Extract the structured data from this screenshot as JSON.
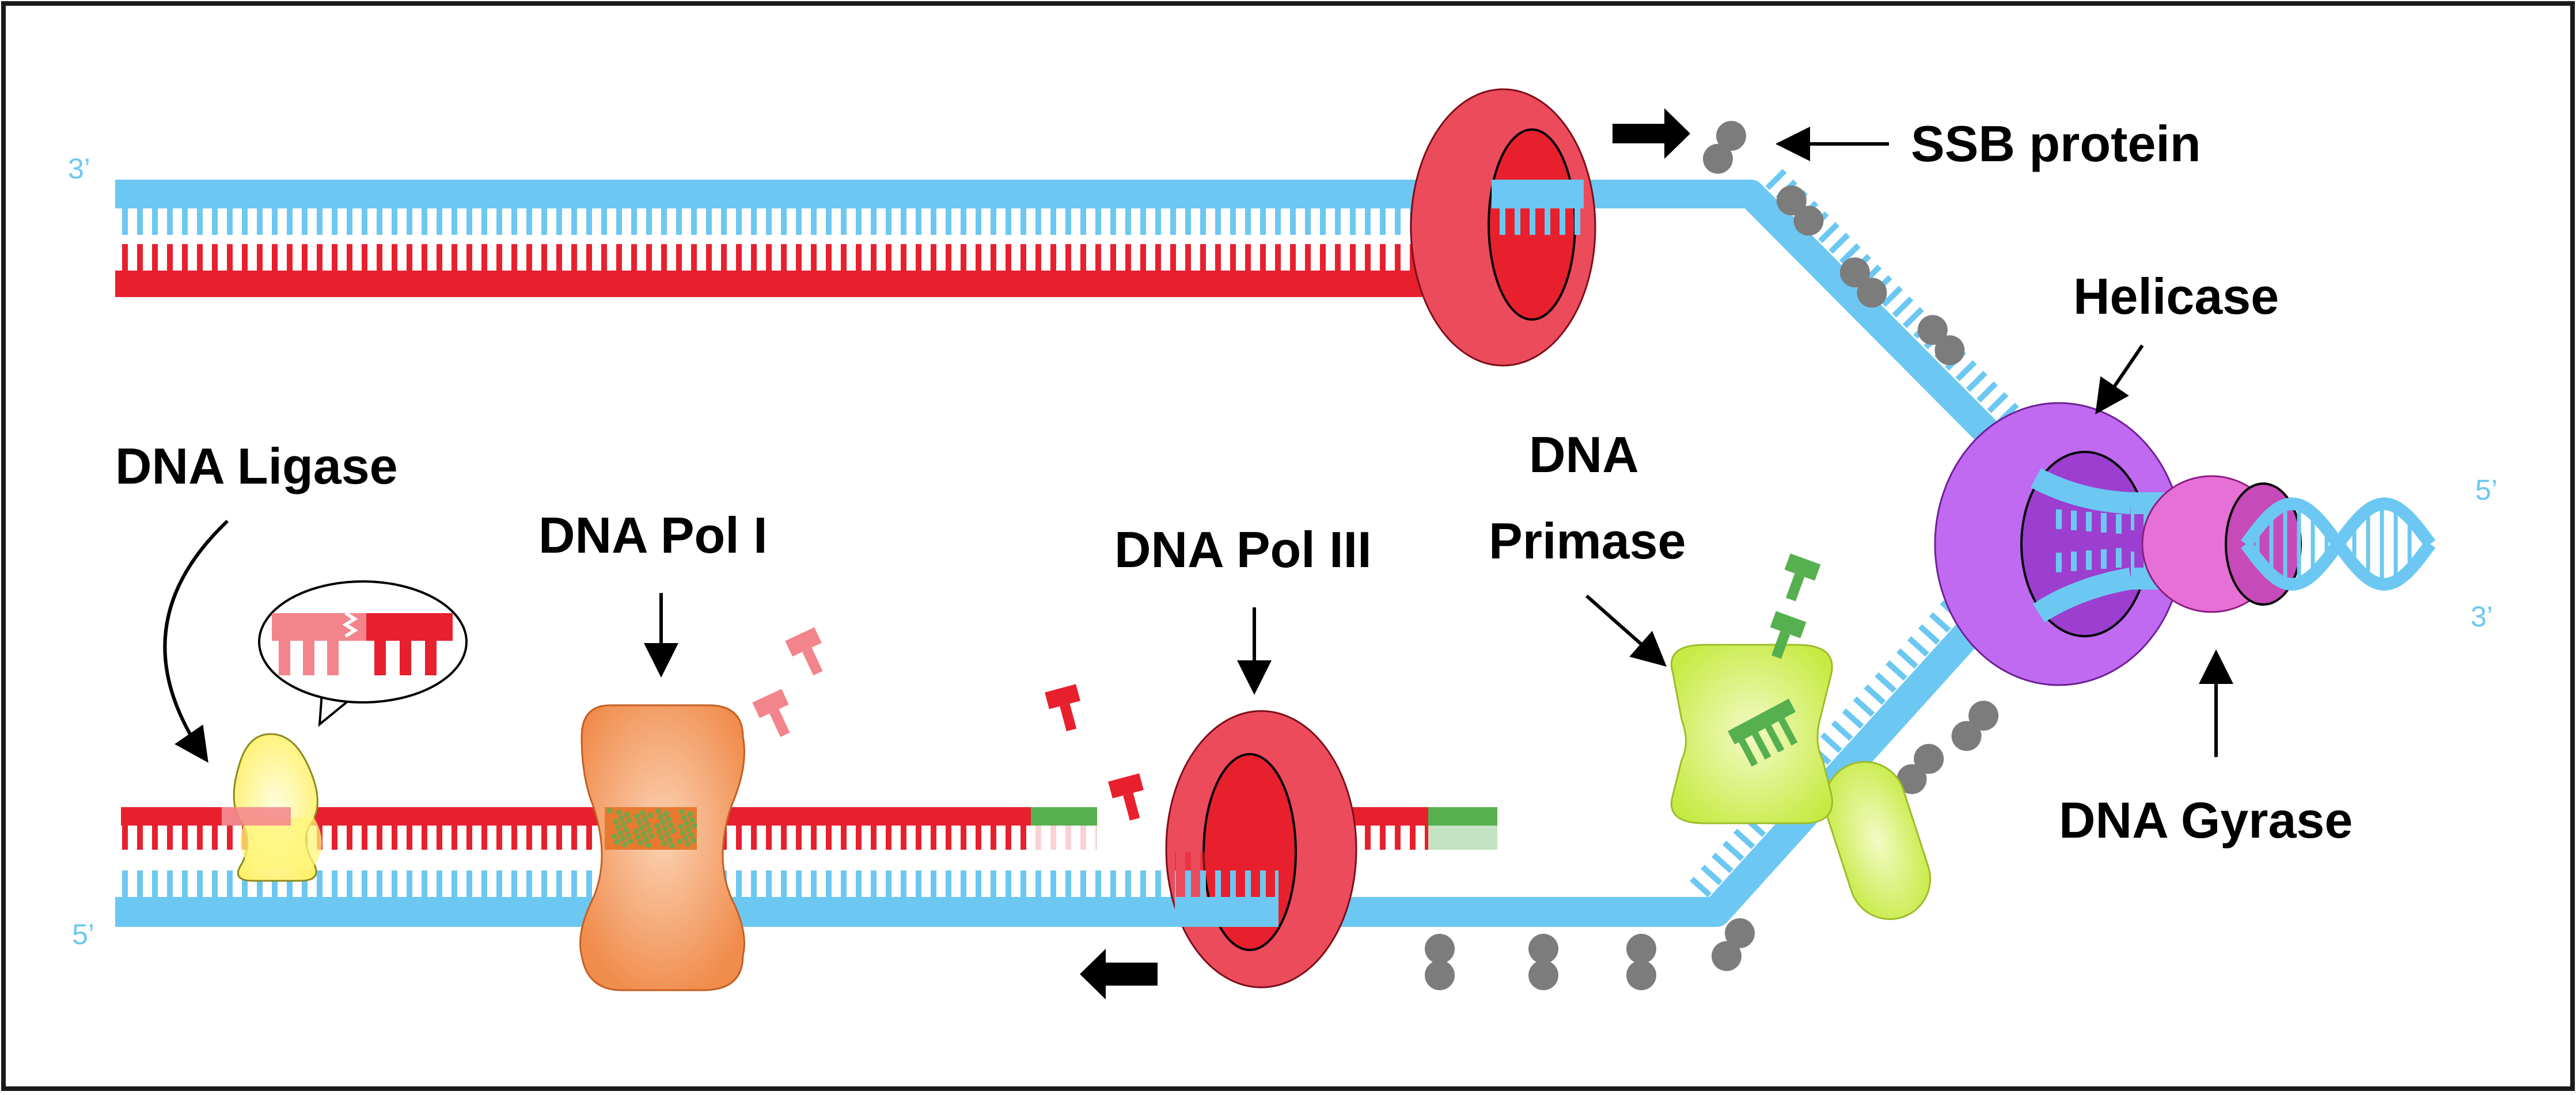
{
  "labels": {
    "ssb": "SSB protein",
    "helicase": "Helicase",
    "ligase": "DNA Ligase",
    "pol1": "DNA Pol I",
    "pol3": "DNA Pol III",
    "primase_line1": "DNA",
    "primase_line2": "Primase",
    "gyrase": "DNA Gyrase"
  },
  "strand_ends": {
    "top_left": "3’",
    "bottom_left": "5’",
    "right_top": "5’",
    "right_bottom": "3’"
  },
  "colors": {
    "template_strand": "#6cc8f2",
    "leading_strand": "#e8202e",
    "okazaki_pink": "#f3848c",
    "rna_primer": "#57b04f",
    "clamp": "#ec4b5c",
    "helicase": "#bf6af0",
    "gyrase": "#e670d6",
    "primase": "#cfef56",
    "pol1": "#f08c4c",
    "ligase": "#fff57a",
    "ssb": "#7c7c7c"
  },
  "icons": [
    "arrow-right-icon",
    "arrow-left-icon",
    "nucleotide-icon",
    "ssb-protein-icon",
    "double-helix-icon"
  ]
}
